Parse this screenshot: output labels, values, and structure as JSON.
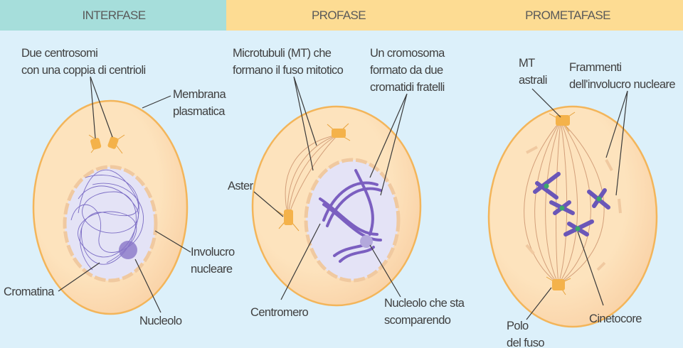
{
  "headers": {
    "interphase": "INTERFASE",
    "prophase": "PROFASE",
    "prometaphase": "PROMETAFASE"
  },
  "colors": {
    "header_interphase": "#a6dedb",
    "header_other": "#fddc93",
    "background": "#dcf0fa",
    "cell_fill": "#fde3bd",
    "cell_border": "#f3b55a",
    "nucleus": "#e4e3f6",
    "chromosome": "#7b5fc0",
    "centrosome": "#f4b24a",
    "kinetochore": "#3aa86b"
  },
  "interphase": {
    "centrosomes": [
      "Due centrosomi",
      "con una coppia di centrioli"
    ],
    "membrane": [
      "Membrana",
      "plasmatica"
    ],
    "envelope": [
      "Involucro",
      "nucleare"
    ],
    "chromatin": "Cromatina",
    "nucleolus": "Nucleolo"
  },
  "prophase": {
    "microtubules": [
      "Microtubuli (MT) che",
      "formano il fuso mitotico"
    ],
    "chromosome": [
      "Un cromosoma",
      "formato da due",
      "cromatidi fratelli"
    ],
    "aster": "Aster",
    "centromere": "Centromero",
    "nucleolus": [
      "Nucleolo che sta",
      "scomparendo"
    ]
  },
  "prometaphase": {
    "astral": [
      "MT",
      "astrali"
    ],
    "fragments": [
      "Frammenti",
      "dell'involucro nucleare"
    ],
    "pole": [
      "Polo",
      "del fuso"
    ],
    "kinetochore": "Cinetocore"
  }
}
